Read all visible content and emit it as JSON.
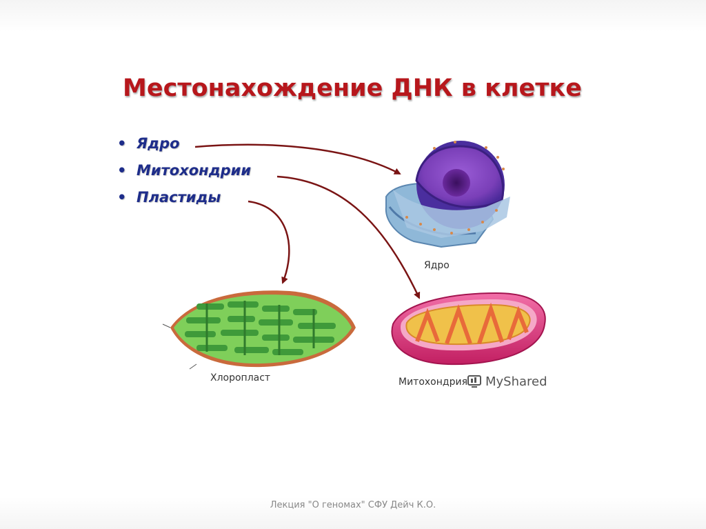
{
  "slide": {
    "title": "Местонахождение ДНК в клетке",
    "bullets": [
      {
        "label": "Ядро"
      },
      {
        "label": "Митохондрии"
      },
      {
        "label": "Пластиды"
      }
    ]
  },
  "figures": {
    "nucleus_label": "Ядро",
    "chloroplast_label": "Хлоропласт",
    "mitochondrion_label": "Митохондрия"
  },
  "watermark": "MyShared",
  "footer": "Лекция \"О геномах\" СФУ  Дейч К.О.",
  "colors": {
    "title": "#b7171c",
    "bullets": "#1e2d8a",
    "arrows": "#7a1414"
  }
}
